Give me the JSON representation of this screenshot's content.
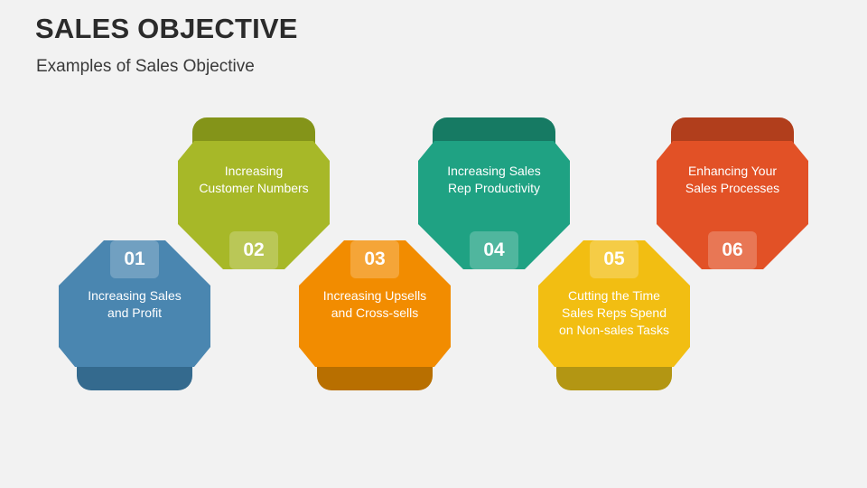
{
  "header": {
    "title": "SALES OBJECTIVE",
    "subtitle": "Examples of Sales Objective"
  },
  "cards": [
    {
      "number": "01",
      "text": "Increasing Sales and Profit",
      "main_color": "#4a86b0",
      "band_color": "#346a8e",
      "orientation": "bottom-tab"
    },
    {
      "number": "02",
      "text": "Increasing Customer Numbers",
      "main_color": "#a7b828",
      "band_color": "#849419",
      "orientation": "top-tab"
    },
    {
      "number": "03",
      "text": "Increasing Upsells and Cross-sells",
      "main_color": "#f28c00",
      "band_color": "#b86f00",
      "orientation": "bottom-tab"
    },
    {
      "number": "04",
      "text": "Increasing Sales Rep Productivity",
      "main_color": "#1fa283",
      "band_color": "#167a63",
      "orientation": "top-tab"
    },
    {
      "number": "05",
      "text": "Cutting the Time Sales Reps Spend on Non-sales Tasks",
      "main_color": "#f2be12",
      "band_color": "#b39613",
      "orientation": "bottom-tab"
    },
    {
      "number": "06",
      "text": "Enhancing Your Sales Processes",
      "main_color": "#e25126",
      "band_color": "#b13e1c",
      "orientation": "top-tab"
    }
  ]
}
